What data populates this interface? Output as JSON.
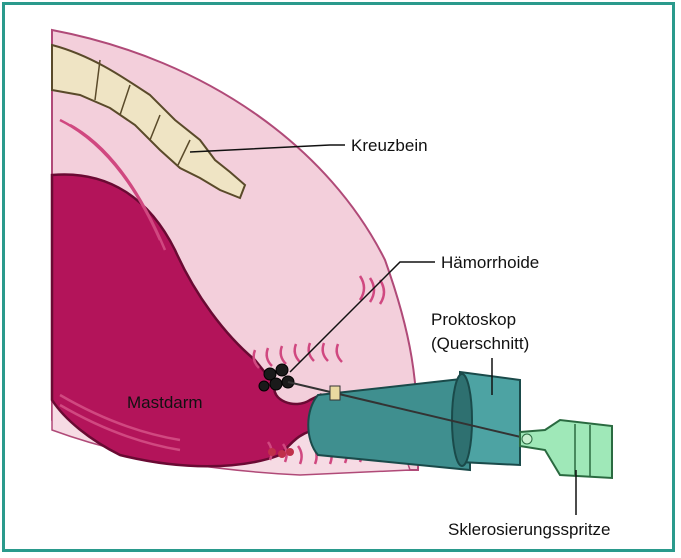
{
  "colors": {
    "frame": "#2a9a8c",
    "tissue": "#f3cfdb",
    "tissue_line": "#b04a78",
    "rectum": "#b3145a",
    "bone": "#efe4c4",
    "proctoscope": "#3f8f8f",
    "syringe": "#9fe8b8"
  },
  "labels": {
    "kreuzbein": "Kreuzbein",
    "haemorrhoide": "Hämorrhoide",
    "proktoskop_line1": "Proktoskop",
    "proktoskop_line2": "(Querschnitt)",
    "mastdarm": "Mastdarm",
    "spritze": "Sklerosierungsspritze"
  }
}
